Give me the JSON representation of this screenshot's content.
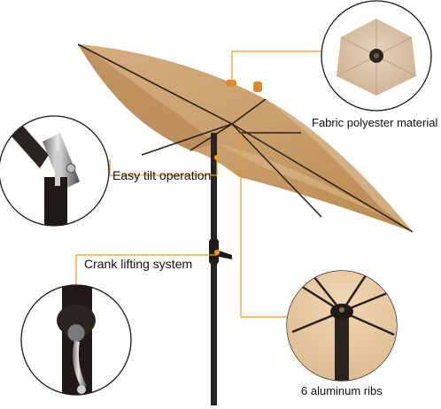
{
  "callouts": {
    "fabric": "Fabric polyester material",
    "tilt": "Easy tilt operation",
    "crank": "Crank lifting system",
    "ribs": "6 aluminum ribs"
  },
  "colors": {
    "canopy": "#c99f6c",
    "canopy_light": "#dcc1a0",
    "canopy_shadow": "#b07f4a",
    "pole": "#2a2420",
    "leader_line": "#f39a1c",
    "circle_border": "#1a1a1a"
  },
  "icons": [
    "umbrella-canopy",
    "tilt-mechanism",
    "crank-handle",
    "ribs-hub",
    "fabric-swatch"
  ]
}
